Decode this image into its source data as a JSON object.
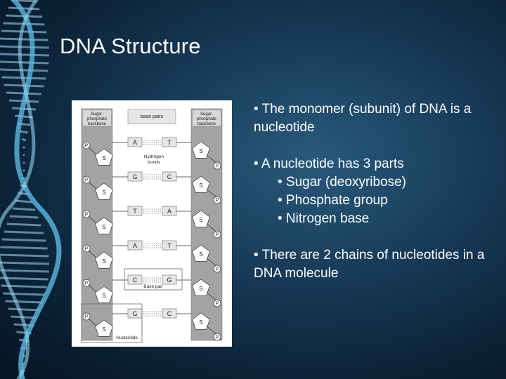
{
  "slide": {
    "title": "DNA Structure",
    "bullets": [
      "• The monomer (subunit) of DNA is a nucleotide",
      "• A nucleotide has 3 parts",
      "• There are 2 chains of nucleotides in a DNA molecule"
    ],
    "sub_bullets": [
      "• Sugar (deoxyribose)",
      "• Phosphate group",
      "• Nitrogen base"
    ]
  },
  "diagram": {
    "left_header": "Sugar-phosphate backbone",
    "center_header": "base pairs",
    "right_header": "Sugar-phosphate backbone",
    "hydrogen_label": "Hydrogen bonds",
    "base_pair_label": "Base pair",
    "nucleotide_label": "Nucleotide",
    "phosphate_letter": "P",
    "sugar_letter": "S",
    "pairs": [
      {
        "left": "A",
        "right": "T"
      },
      {
        "left": "G",
        "right": "C"
      },
      {
        "left": "T",
        "right": "A"
      },
      {
        "left": "A",
        "right": "T"
      },
      {
        "left": "C",
        "right": "G"
      },
      {
        "left": "G",
        "right": "C"
      }
    ]
  },
  "colors": {
    "background": "#173b58",
    "text": "#ffffff",
    "backbone_gray": "#a3a3a3",
    "base_box": "#e6e6e6"
  }
}
